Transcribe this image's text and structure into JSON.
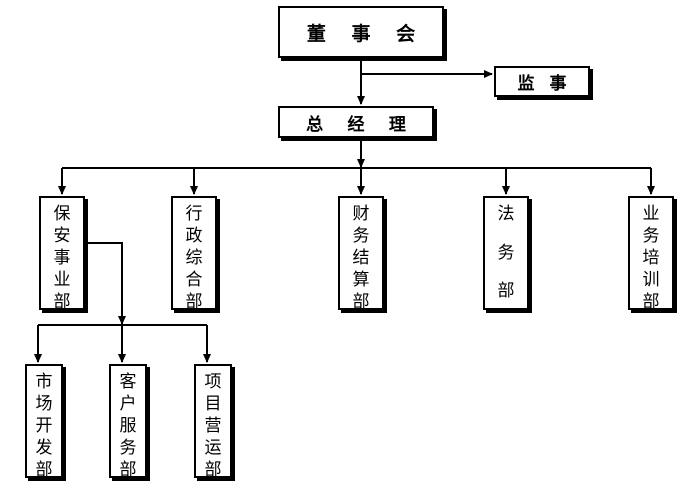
{
  "board": [
    "董",
    "事",
    "会"
  ],
  "supervisor": [
    "监",
    "事"
  ],
  "gm": [
    "总",
    "经",
    "理"
  ],
  "departments": [
    {
      "chars": [
        "保",
        "安",
        "事",
        "业",
        "部"
      ]
    },
    {
      "chars": [
        "行",
        "政",
        "综",
        "合",
        "部"
      ]
    },
    {
      "chars": [
        "财",
        "务",
        "结",
        "算",
        "部"
      ]
    },
    {
      "chars": [
        "法",
        "务",
        "部"
      ]
    },
    {
      "chars": [
        "业",
        "务",
        "培",
        "训",
        "部"
      ]
    }
  ],
  "subdepartments": [
    {
      "chars": [
        "市",
        "场",
        "开",
        "发",
        "部"
      ]
    },
    {
      "chars": [
        "客",
        "户",
        "服",
        "务",
        "部"
      ]
    },
    {
      "chars": [
        "项",
        "目",
        "营",
        "运",
        "部"
      ]
    }
  ]
}
